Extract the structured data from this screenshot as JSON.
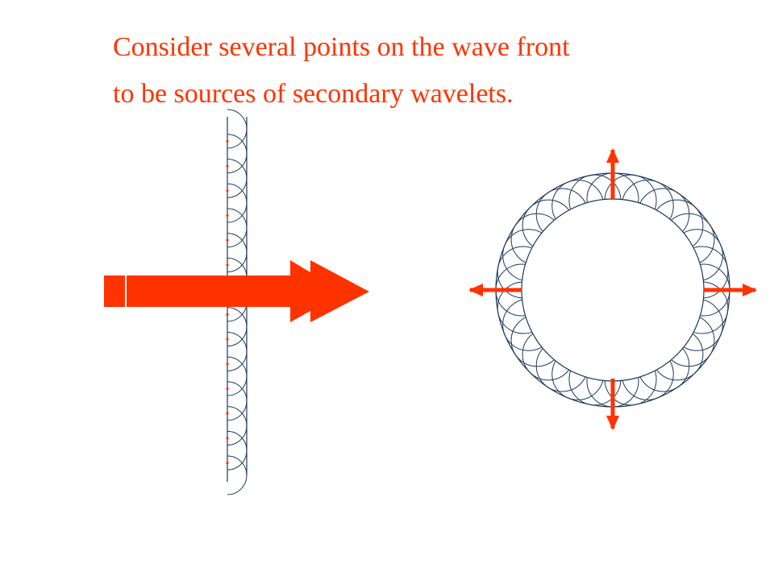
{
  "caption": {
    "line1": "Consider several points on the wave front",
    "line2": "to be sources of secondary wavelets."
  },
  "colors": {
    "text": "#ff3300",
    "arrow": "#ff3300",
    "source_dot": "#ff3300",
    "wavelet": "#1f3a5a",
    "background": "#ffffff"
  },
  "plane_wave": {
    "wavelet_count": 14,
    "arrow_direction": "right"
  },
  "spherical_wave": {
    "wavelet_count": 32,
    "arrow_directions": [
      "up",
      "down",
      "left",
      "right"
    ]
  }
}
